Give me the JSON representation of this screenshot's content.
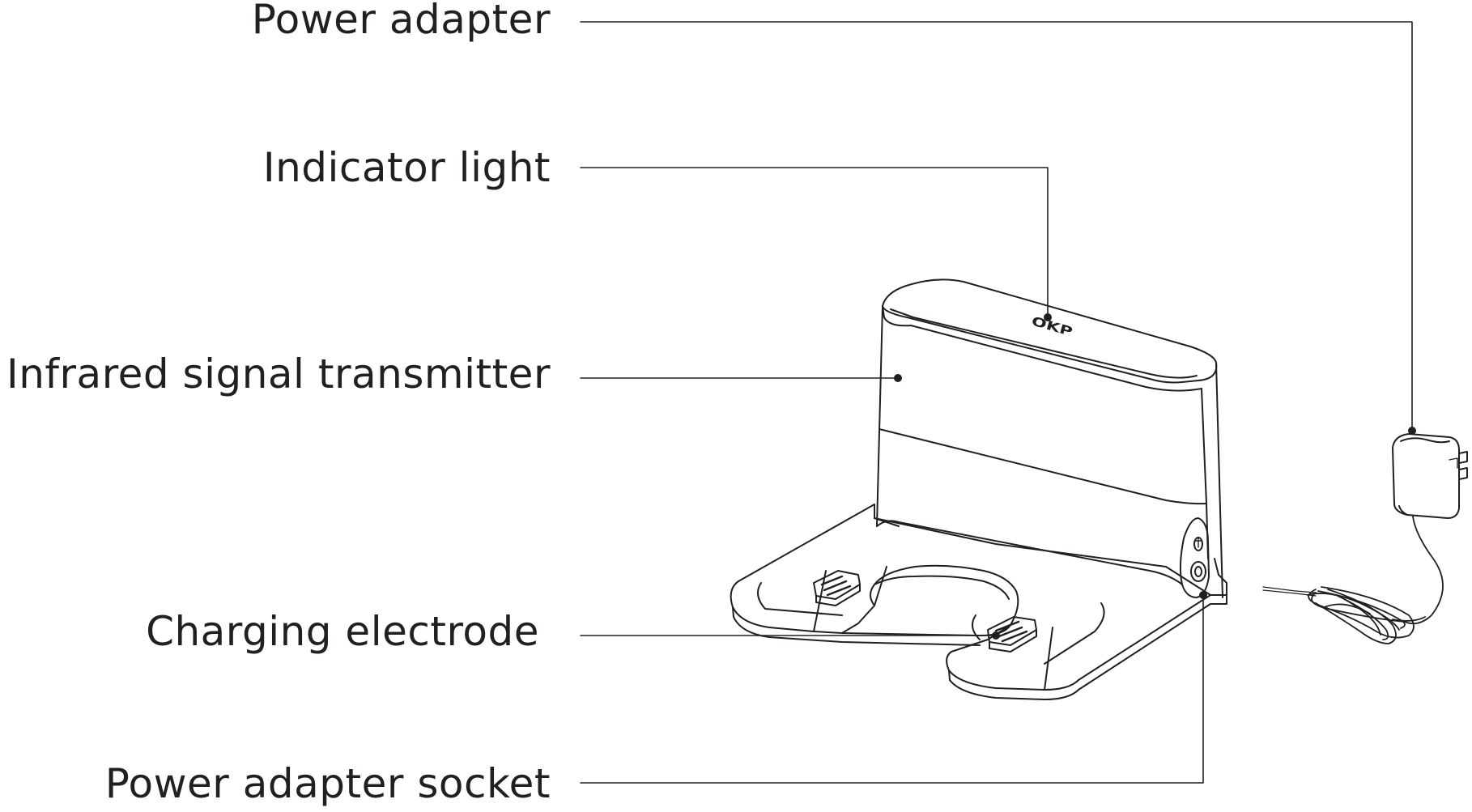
{
  "labels": {
    "power_adapter": "Power adapter",
    "indicator_light": "Indicator light",
    "infrared_transmitter": "Infrared signal transmitter",
    "charging_electrode": "Charging electrode",
    "power_adapter_socket": "Power adapter socket"
  },
  "device": {
    "logo": "OKP"
  },
  "colors": {
    "line": "#231f20",
    "background": "#ffffff"
  }
}
